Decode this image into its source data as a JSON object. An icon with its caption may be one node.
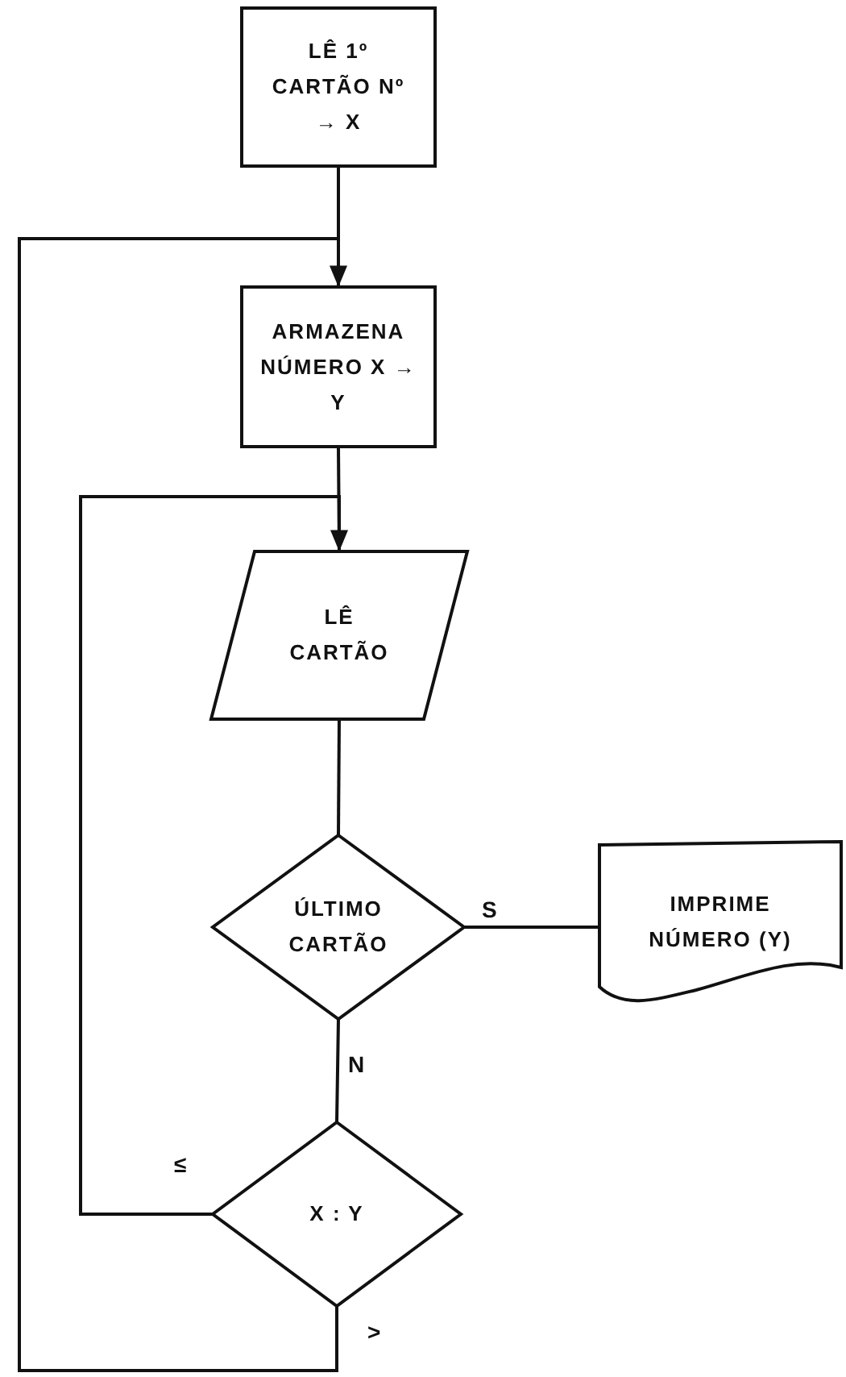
{
  "diagram": {
    "nodes": [
      {
        "text": [
          "LÊ 1º CARTÃO Nº → X"
        ]
      },
      {
        "text": [
          "ARMAZENA NÚMERO X → Y"
        ]
      },
      {
        "text": [
          "LÊ CARTÃO"
        ]
      },
      {
        "text": [
          "ÚLTIMO CARTÃO"
        ]
      },
      {
        "text": [
          "IMPRIME NÚMERO (Y)"
        ]
      },
      {
        "text": [
          "X : Y"
        ]
      }
    ],
    "edges": [
      {
        "from": 0,
        "to": 1,
        "arrow": "none"
      },
      {
        "from": 1,
        "to": 2,
        "arrow": "none"
      },
      {
        "from": 2,
        "to": 3,
        "arrow": "none"
      },
      {
        "from": 3,
        "to": 4,
        "label": "S",
        "arrow": "none"
      },
      {
        "from": 3,
        "to": 5,
        "label": "N",
        "arrow": "none"
      },
      {
        "from": 5,
        "to": 2,
        "label": "≤",
        "arrow": "to"
      },
      {
        "from": 5,
        "to": 1,
        "label": ">",
        "arrow": "to"
      }
    ]
  }
}
